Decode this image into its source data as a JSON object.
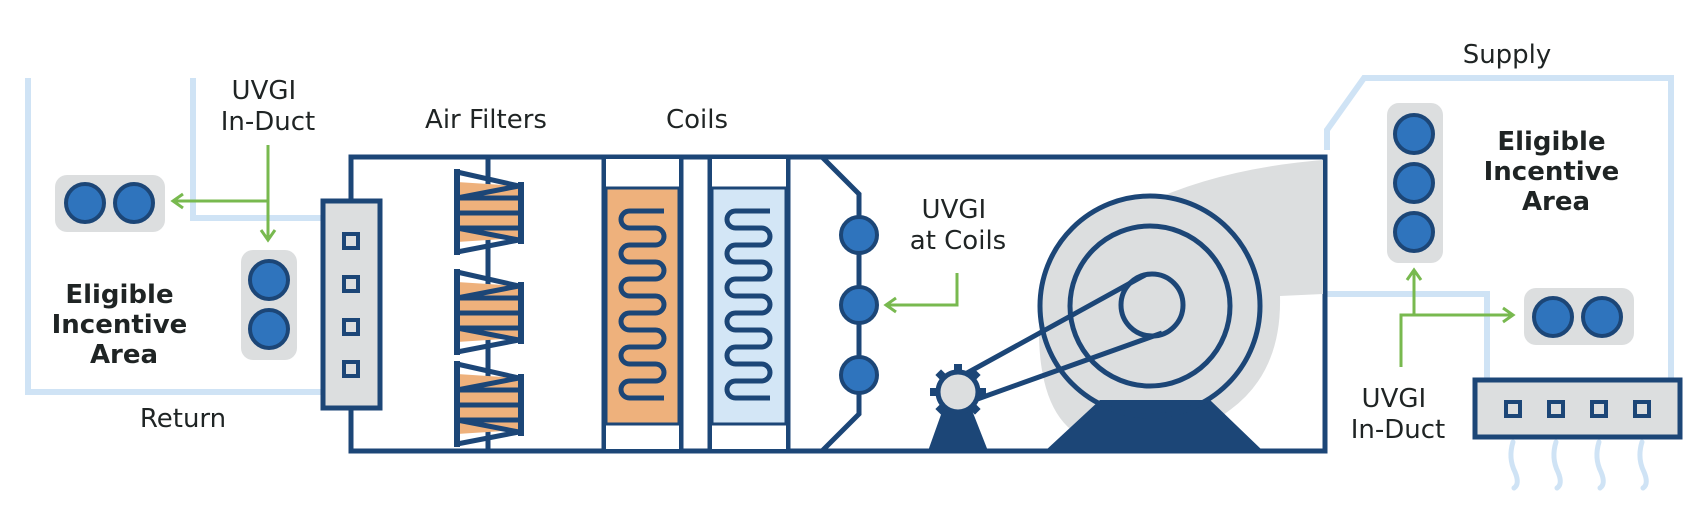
{
  "title": "HVAC Air Handling Unit UVGI Placement",
  "labels": {
    "uvgi_in_duct_return": [
      "UVGI",
      "In-Duct"
    ],
    "air_filters": "Air Filters",
    "coils": "Coils",
    "uvgi_at_coils": [
      "UVGI",
      "at Coils"
    ],
    "supply": "Supply",
    "return": "Return",
    "eligible_left": [
      "Eligible",
      "Incentive",
      "Area"
    ],
    "eligible_right": [
      "Eligible",
      "Incentive",
      "Area"
    ],
    "uvgi_in_duct_supply": [
      "UVGI",
      "In-Duct"
    ]
  },
  "colors": {
    "navy": "#1c4677",
    "lamp_blue": "#2f74bd",
    "duct_light_blue": "#cfe3f5",
    "arrow_green": "#78b94f",
    "heating_coil_orange": "#eeb17c",
    "cooling_coil_blue": "#d3e6f6",
    "fan_gray": "#dcdedf"
  },
  "components": [
    {
      "name": "return-grille",
      "type": "grille"
    },
    {
      "name": "air-filters",
      "type": "filter",
      "count": 3
    },
    {
      "name": "heating-coil",
      "type": "coil"
    },
    {
      "name": "cooling-coil",
      "type": "coil"
    },
    {
      "name": "uvgi-coil-lamps",
      "type": "lamp",
      "count": 3
    },
    {
      "name": "blower-fan",
      "type": "fan"
    },
    {
      "name": "motor",
      "type": "motor"
    },
    {
      "name": "supply-diffuser",
      "type": "grille"
    }
  ]
}
